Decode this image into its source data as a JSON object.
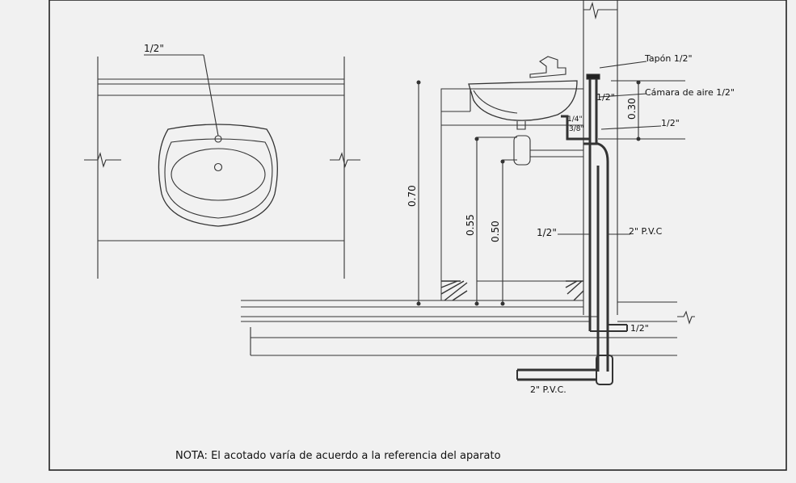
{
  "plan": {
    "pipe_label": "1/2\""
  },
  "section": {
    "labels": {
      "tapon": "Tapón 1/2\"",
      "camara": "Cámara de aire 1/2\"",
      "supply_half_top": "1/2\"",
      "supply_half_right": "1/2\"",
      "quarter": "1/4\"",
      "three_eighths": "3/8\"",
      "supply_half_mid": "1/2\"",
      "pvc_mid": "2\" P.V.C",
      "half_bottom": "1/2\"",
      "pvc_bottom": "2\" P.V.C."
    },
    "dimensions": {
      "d070": "0.70",
      "d055": "0.55",
      "d050": "0.50",
      "d030": "0.30"
    }
  },
  "note": "NOTA: El acotado varía de acuerdo a la referencia del aparato",
  "colors": {
    "line": "#222222",
    "paper": "#f1f1f1"
  }
}
